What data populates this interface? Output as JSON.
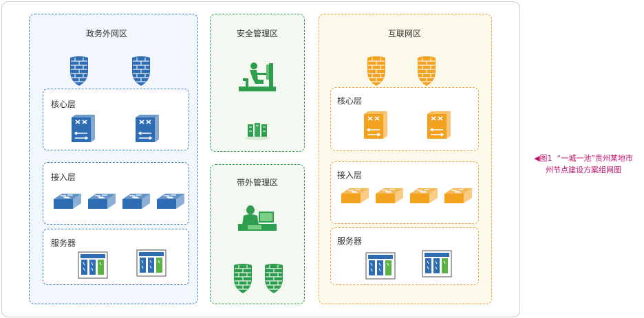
{
  "zones": {
    "government": {
      "title": "政务外网区",
      "core": "核心层",
      "access": "接入层",
      "servers": "服务器"
    },
    "security": {
      "title": "安全管理区"
    },
    "outofband": {
      "title": "带外管理区"
    },
    "internet": {
      "title": "互联网区",
      "core": "核心层",
      "access": "接入层",
      "servers": "服务器"
    }
  },
  "caption": {
    "prefix": "◀图1",
    "line1": "“一城一池”贵州某地市",
    "line2": "州节点建设方案组网图"
  },
  "colors": {
    "government": "#2e6db4",
    "security": "#2e9e4e",
    "internet": "#f3a220",
    "caption": "#c0126d"
  }
}
